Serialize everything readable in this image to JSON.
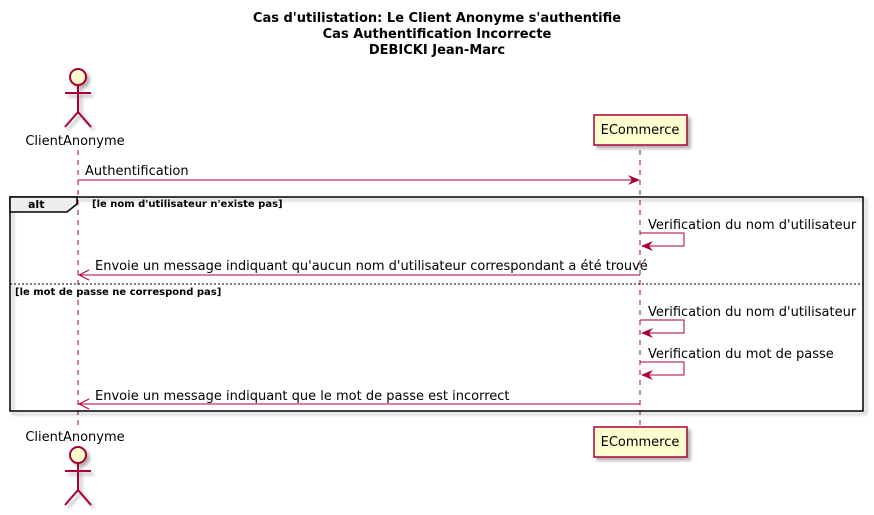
{
  "diagram": {
    "title_lines": [
      "Cas d'utilistation: Le Client Anonyme s'authentifie",
      "Cas Authentification Incorrecte",
      "DEBICKI Jean-Marc"
    ],
    "participants": {
      "actor": "ClientAnonyme",
      "system": "ECommerce"
    },
    "messages": {
      "auth": "Authentification",
      "verif_user_1": "Verification du nom d'utilisateur",
      "reply_1": "Envoie un message indiquant qu'aucun nom d'utilisateur correspondant a été trouvé",
      "verif_user_2": "Verification du nom d'utilisateur",
      "verif_pass": "Verification du mot de passe",
      "reply_2": "Envoie un message indiquant que le mot de passe est incorrect"
    },
    "fragment": {
      "keyword": "alt",
      "guard_1": "[le nom d'utilisateur n'existe pas]",
      "guard_2": "[le mot de passe ne correspond pas]"
    },
    "colors": {
      "line": "#a80036",
      "participant_fill": "#fefece",
      "fragment_header": "#eeeeee"
    }
  }
}
